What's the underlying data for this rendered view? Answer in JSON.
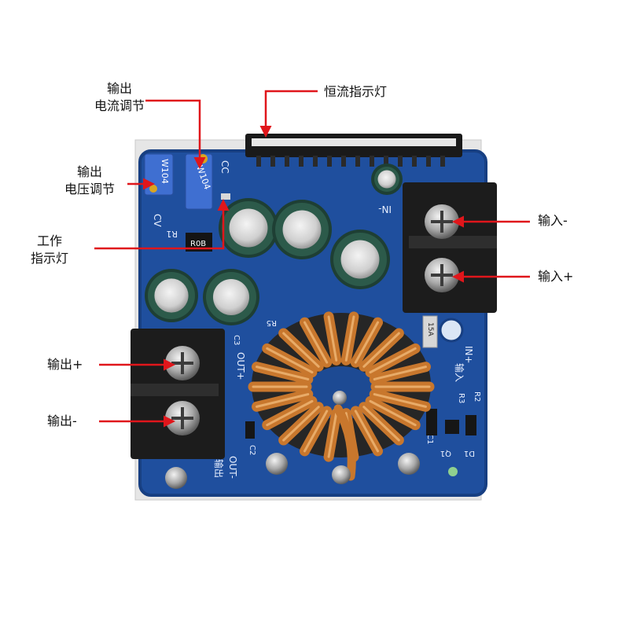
{
  "labels": {
    "output_current_adjust": [
      "输出",
      "电流调节"
    ],
    "output_voltage_adjust": [
      "输出",
      "电压调节"
    ],
    "work_indicator": [
      "工作",
      "指示灯"
    ],
    "constant_current_indicator": "恒流指示灯",
    "input_negative": "输入-",
    "input_positive": "输入+",
    "output_positive": "输出+",
    "output_negative": "输出-"
  },
  "board": {
    "pot_marking": "W104",
    "pot2_marking": "W104",
    "resistor_marking": "R0B",
    "fuse_marking": "15A",
    "silk_cv": "CV",
    "silk_cc": "CC",
    "silk_in_neg": "IN-",
    "silk_in_pos": "IN+",
    "silk_out_pos": "OUT+",
    "silk_out_neg": "OUT-",
    "silk_input_cn": "输入",
    "silk_output_cn": "输出",
    "silk_r1": "R1",
    "silk_r2": "R2",
    "silk_r3": "R3",
    "silk_r5": "R5",
    "silk_c1": "C1",
    "silk_c2": "C2",
    "silk_c3": "C3",
    "silk_q1": "Q1",
    "silk_d1": "D1"
  },
  "colors": {
    "pcb": "#1f4f9e",
    "pcb_dark": "#173f82",
    "terminal": "#1c1c1c",
    "capacitor": "#2c5a4a",
    "copper": "#c8772d",
    "arrow": "#e0161b",
    "pot": "#3f6fd1"
  }
}
